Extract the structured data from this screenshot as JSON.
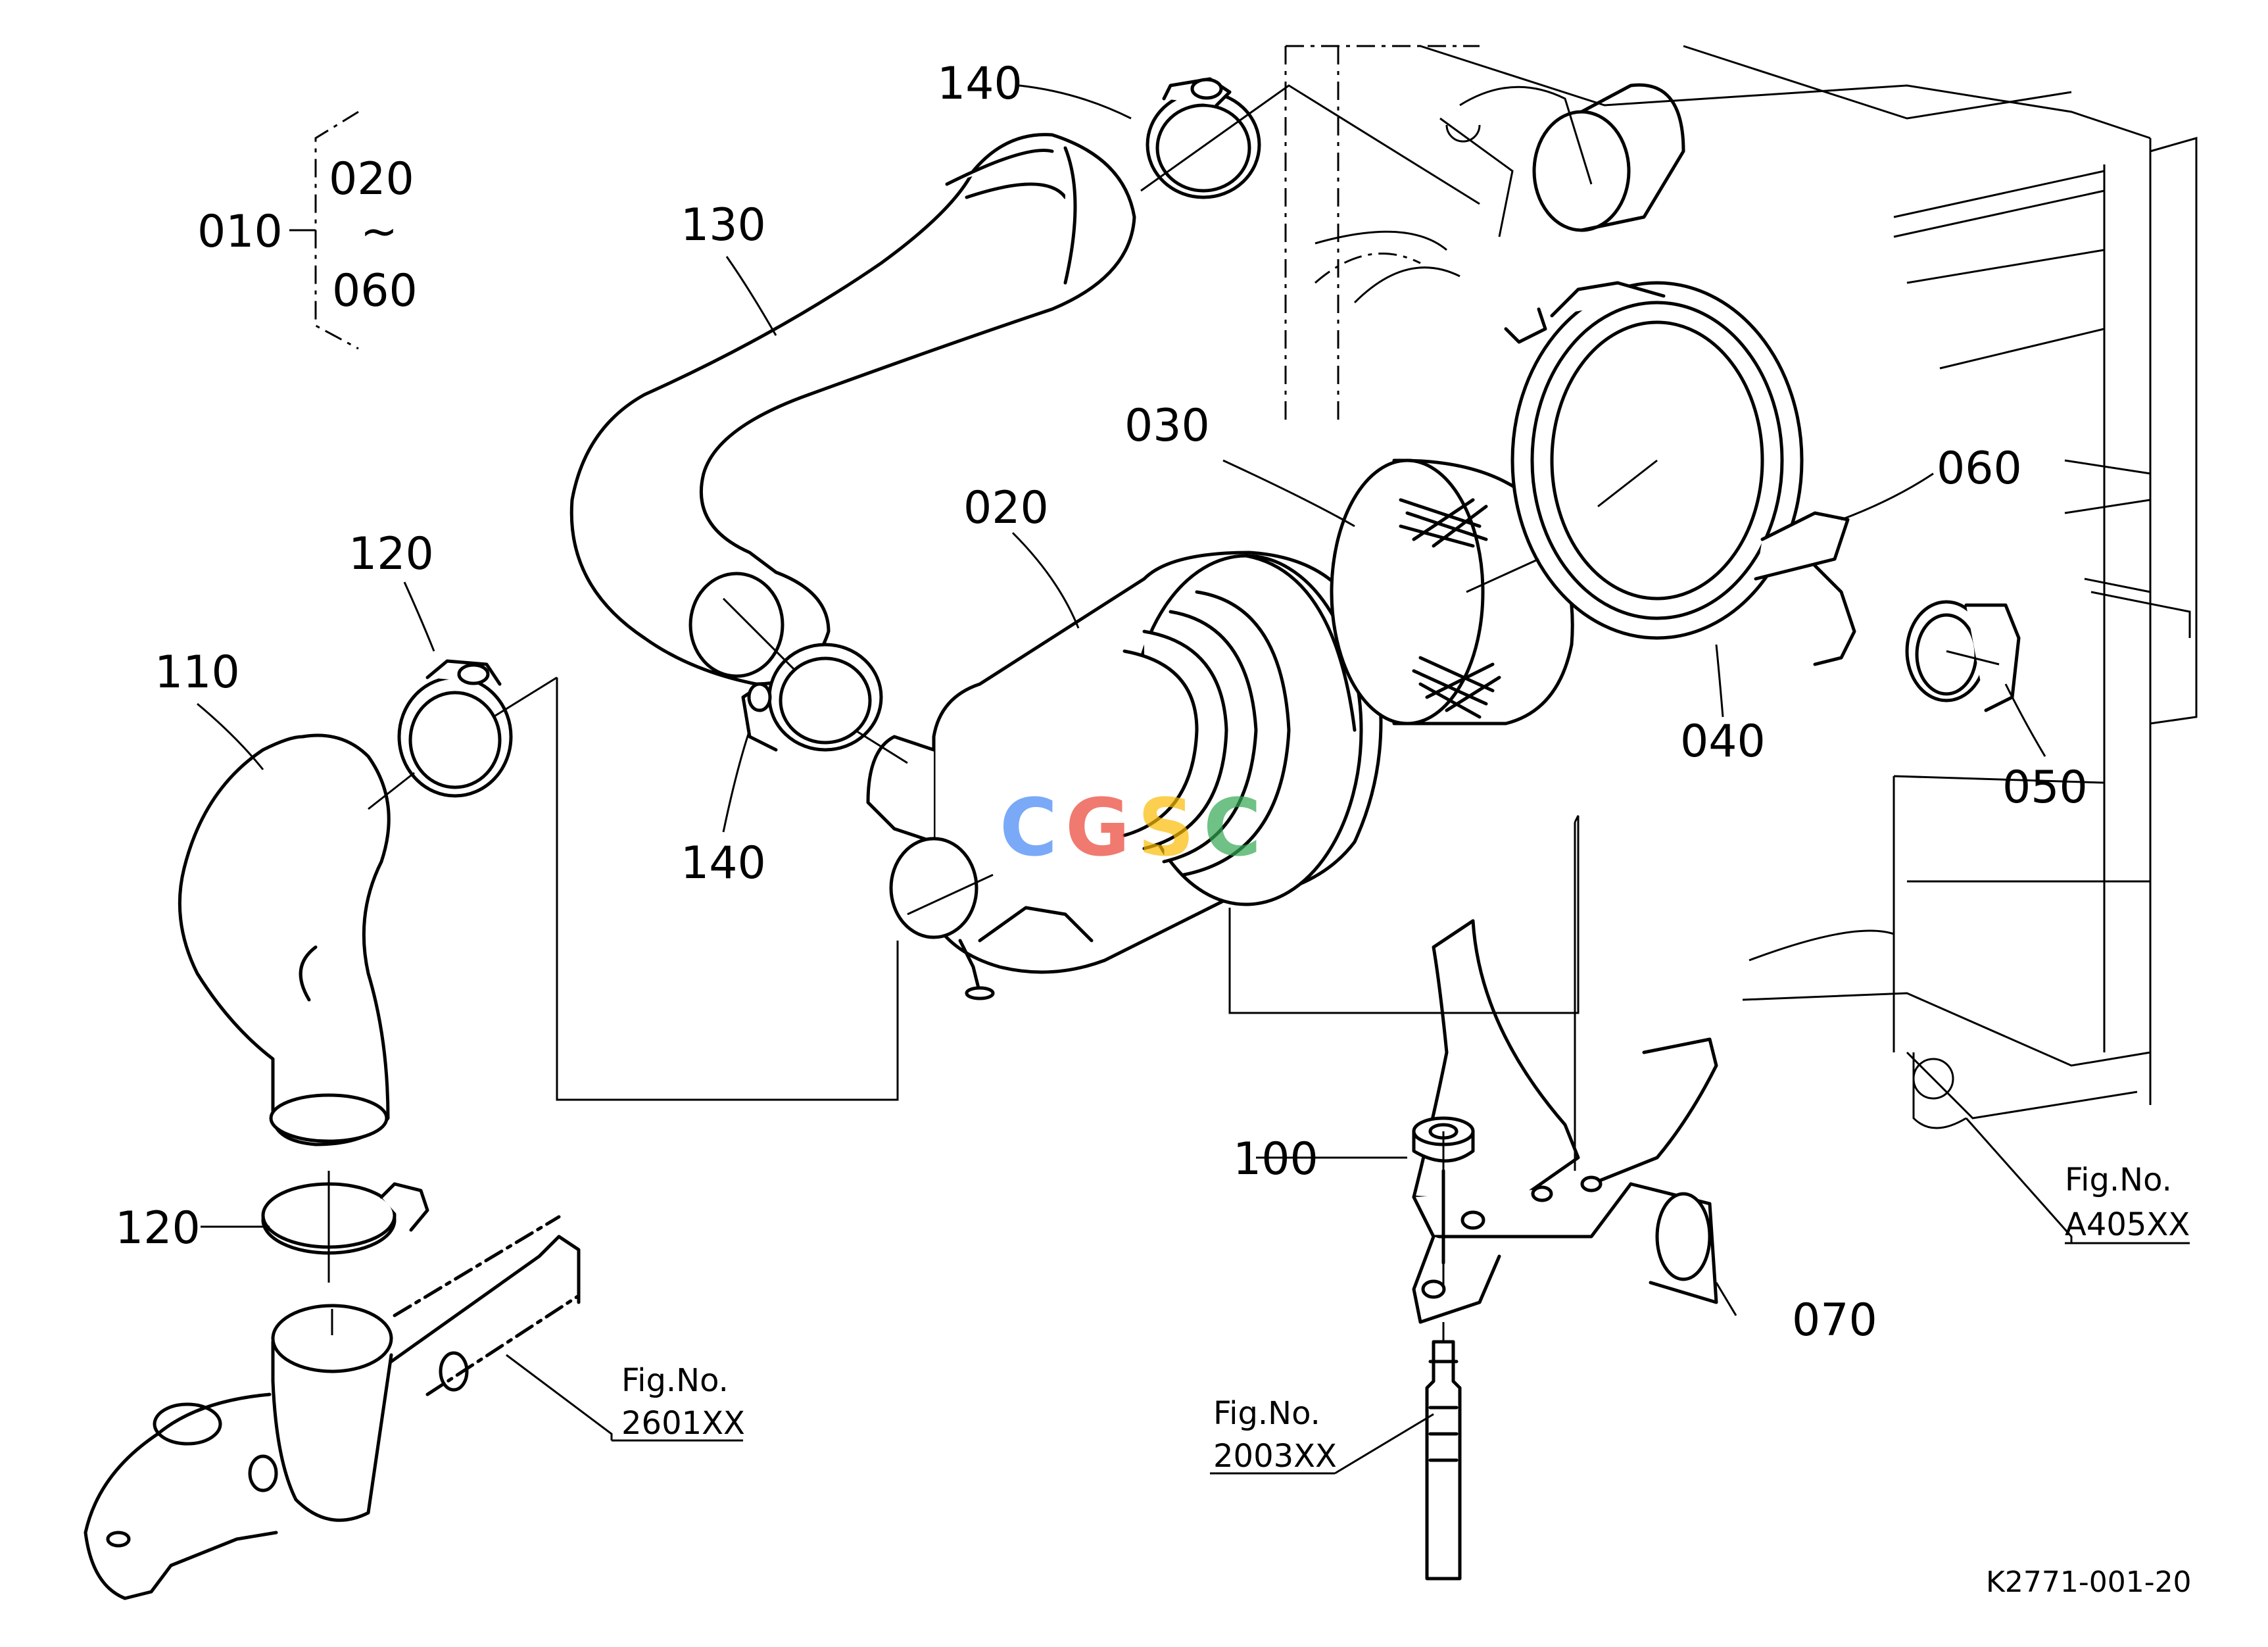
{
  "diagram": {
    "part_labels": {
      "p010": "010",
      "p020_range_top": "020",
      "range_sep": "~",
      "p060_range_bottom": "060",
      "p020": "020",
      "p030": "030",
      "p040": "040",
      "p050": "050",
      "p060": "060",
      "p070": "070",
      "p100": "100",
      "p110": "110",
      "p120_top": "120",
      "p120_bottom": "120",
      "p130": "130",
      "p140_top": "140",
      "p140_mid": "140"
    },
    "fig_refs": {
      "ref_a405": {
        "title": "Fig.No.",
        "number": "A405XX"
      },
      "ref_2601": {
        "title": "Fig.No.",
        "number": "2601XX"
      },
      "ref_2003": {
        "title": "Fig.No.",
        "number": "2003XX"
      }
    },
    "drawing_code": "K2771-001-20",
    "watermark": "CGSC",
    "watermark_colors": [
      "#4285f4",
      "#ea4335",
      "#fbbc05",
      "#34a853"
    ]
  }
}
